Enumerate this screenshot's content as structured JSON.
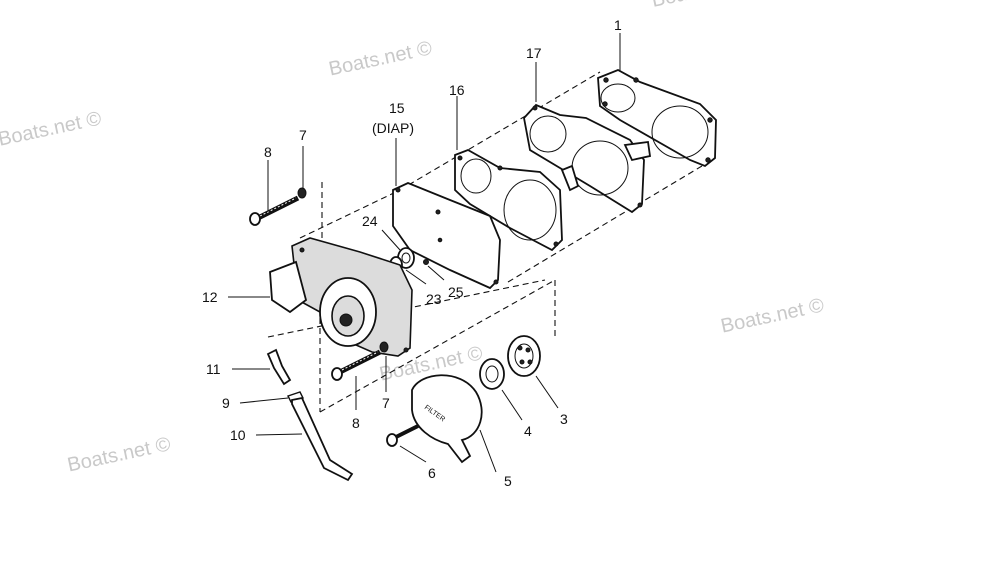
{
  "watermark": "Boats.net ©",
  "callouts": {
    "c1": "1",
    "c17": "17",
    "c16": "16",
    "c15": "15",
    "c15b": "(DIAP)",
    "c8a": "8",
    "c7a": "7",
    "c24": "24",
    "c23": "23",
    "c25": "25",
    "c12": "12",
    "c11": "11",
    "c9": "9",
    "c10": "10",
    "c8b": "8",
    "c7b": "7",
    "c6": "6",
    "c5": "5",
    "c4": "4",
    "c3": "3"
  },
  "cover_text": "FILTER"
}
